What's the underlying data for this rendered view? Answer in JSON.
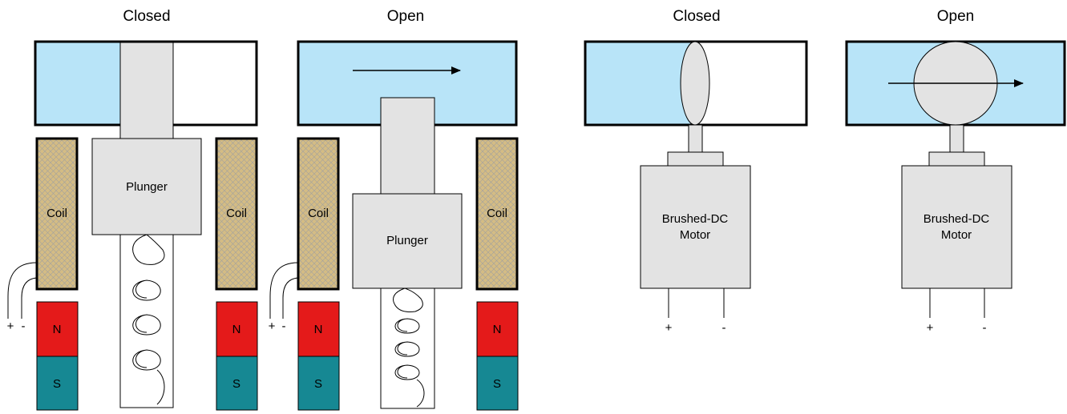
{
  "labels": {
    "closed": "Closed",
    "open": "Open",
    "plunger": "Plunger",
    "coil": "Coil",
    "north": "N",
    "south": "S",
    "plus": "+",
    "minus": "-",
    "motor_line1": "Brushed-DC",
    "motor_line2": "Motor"
  },
  "colors": {
    "pipe_fluid": "#b8e4f8",
    "plunger_fill": "#e3e3e3",
    "coil_fill": "#d4bc84",
    "coil_hatch": "#a0a0a0",
    "magnet_north": "#e41a1a",
    "magnet_south": "#168893",
    "motor_fill": "#e3e3e3",
    "stroke": "#000000"
  }
}
